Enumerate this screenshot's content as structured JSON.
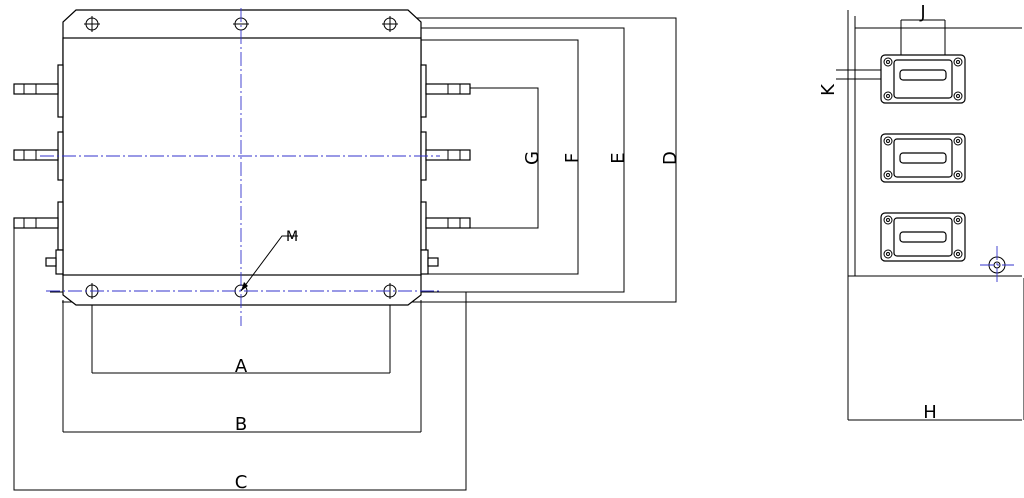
{
  "dimension_labels": {
    "A": "A",
    "B": "B",
    "C": "C",
    "D": "D",
    "E": "E",
    "F": "F",
    "G": "G",
    "H": "H",
    "J": "J",
    "K": "K",
    "M": "M"
  },
  "colors": {
    "lines": "#000000",
    "centerlines": "#3333cc",
    "background": "#ffffff"
  }
}
